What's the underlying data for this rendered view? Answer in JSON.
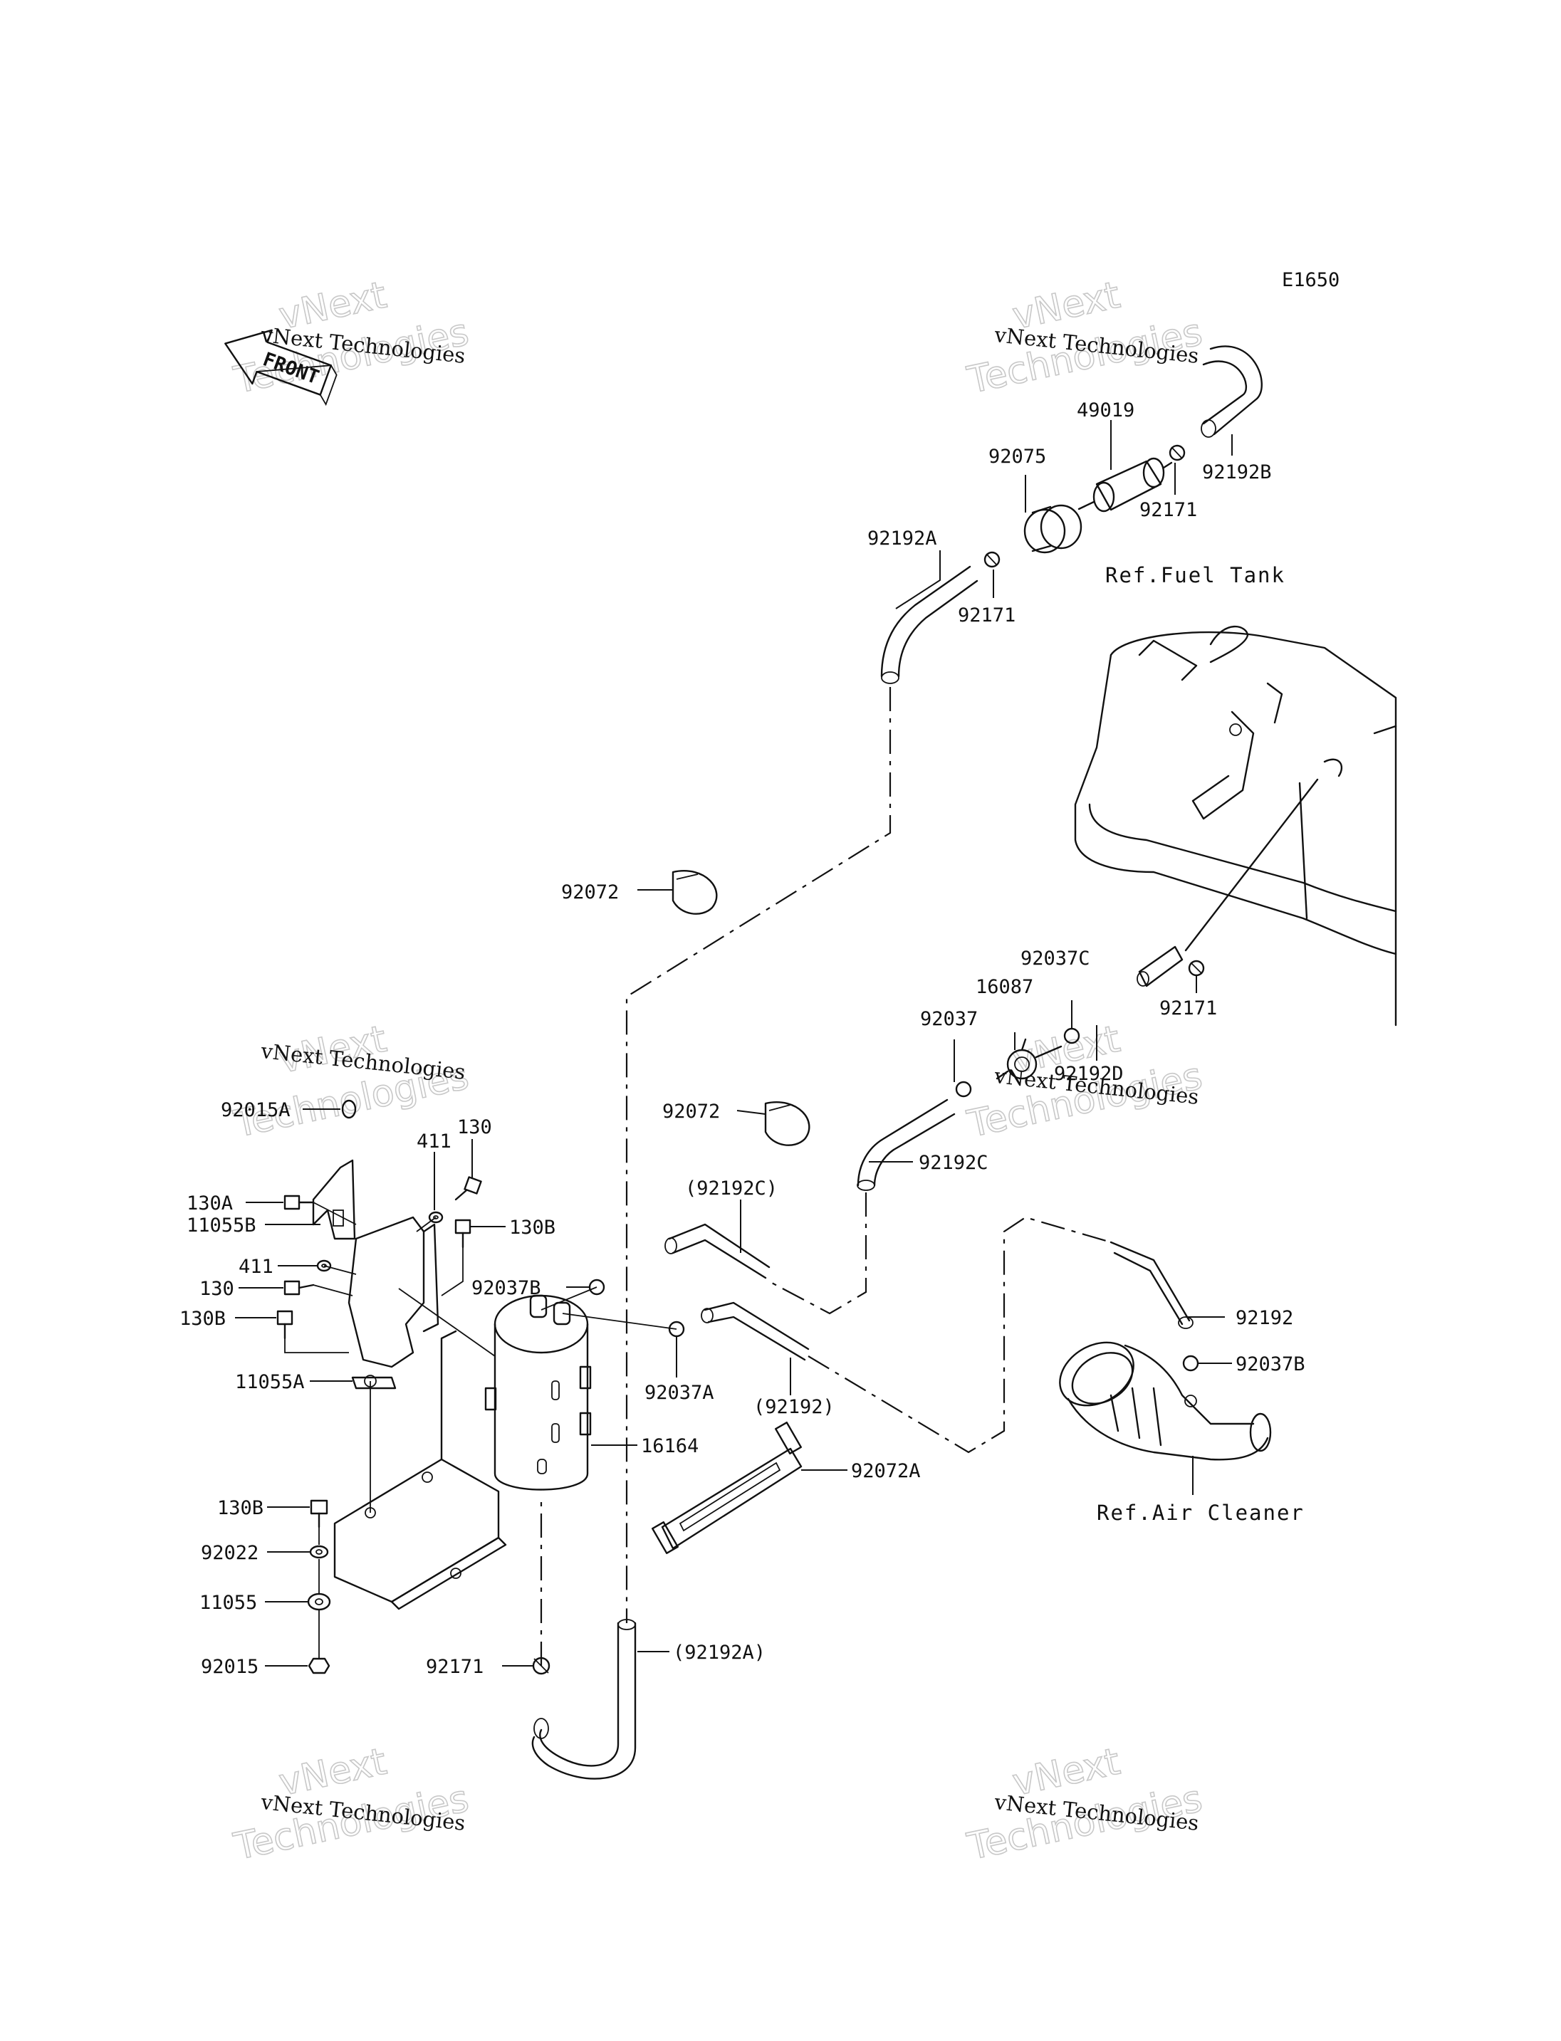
{
  "diagram_code": "E1650",
  "front_arrow_text": "FRONT",
  "watermarks": {
    "small": "vNext Technologies",
    "big_line1": "vNext",
    "big_line2": "Technologies"
  },
  "references": {
    "fuel_tank": "Ref.Fuel Tank",
    "air_cleaner": "Ref.Air Cleaner"
  },
  "part_labels": {
    "p49019": "49019",
    "p92075": "92075",
    "p92192B": "92192B",
    "p92171_top": "92171",
    "p92192A_top": "92192A",
    "p92171_mid": "92171",
    "p92072_upper": "92072",
    "p92037C": "92037C",
    "p16087": "16087",
    "p92037": "92037",
    "p92171_right": "92171",
    "p92192D": "92192D",
    "p92072_lower": "92072",
    "p92192C": "92192C",
    "p92192C_paren": "(92192C)",
    "p92192": "92192",
    "p92037B_right": "92037B",
    "p92037B_left": "92037B",
    "p92037A": "92037A",
    "p92192_paren": "(92192)",
    "p16164": "16164",
    "p92072A": "92072A",
    "p92192A_paren": "(92192A)",
    "p92171_bottom": "92171",
    "p92015A": "92015A",
    "p130_top": "130",
    "p411_top": "411",
    "p130A": "130A",
    "p11055B": "11055B",
    "p130B_top": "130B",
    "p411_mid": "411",
    "p130_mid": "130",
    "p130B_mid": "130B",
    "p11055A": "11055A",
    "p130B_bottom": "130B",
    "p92022": "92022",
    "p11055": "11055",
    "p92015": "92015"
  }
}
